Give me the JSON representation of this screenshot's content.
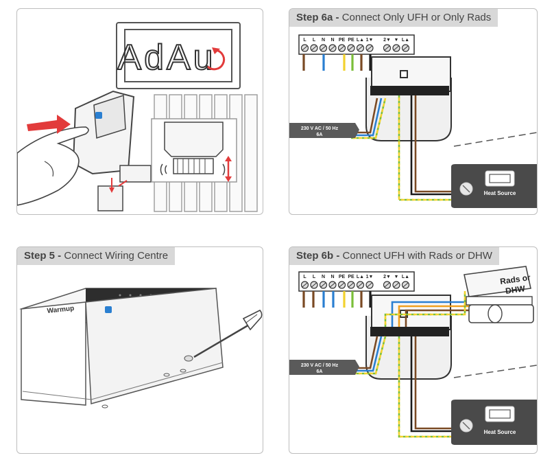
{
  "panels": {
    "step4": {
      "display_text": "AdAu"
    },
    "step6a": {
      "step": "Step 6a -",
      "title": "Connect Only UFH or Only Rads",
      "terminals": [
        "L",
        "L",
        "N",
        "N",
        "PE",
        "PE",
        "L▲",
        "1▼",
        "2▼",
        "▼",
        "L▲"
      ],
      "supply_label": "230 V AC / 50 Hz",
      "supply_sub": "6A",
      "heat_source": "Heat Source"
    },
    "step5": {
      "step": "Step 5 -",
      "title": "Connect Wiring Centre",
      "brand": "Warmup"
    },
    "step6b": {
      "step": "Step 6b -",
      "title": "Connect UFH with Rads or DHW",
      "terminals": [
        "L",
        "L",
        "N",
        "N",
        "PE",
        "PE",
        "L▲",
        "1▼",
        "2▼",
        "▼",
        "L▲"
      ],
      "supply_label": "230 V AC / 50 Hz",
      "supply_sub": "6A",
      "heat_source": "Heat Source",
      "valve_label_1": "Rads or",
      "valve_label_2": "DHW"
    }
  },
  "colors": {
    "brown": "#7a4a24",
    "blue": "#2a7fd1",
    "earth_green": "#7bbf3a",
    "earth_yellow": "#f2d22e",
    "black": "#1a1a1a",
    "orange": "#f0a020",
    "arrow_red": "#e23b3b",
    "badge_grey": "#5a5a5a"
  }
}
